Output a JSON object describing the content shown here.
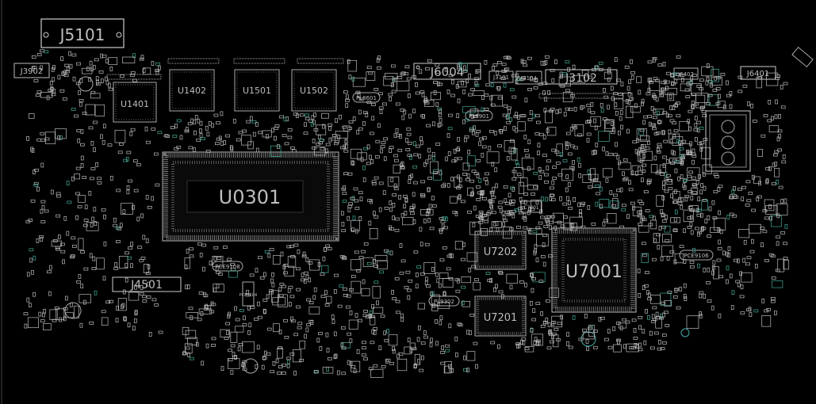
{
  "board": {
    "major_labels": {
      "J5101": "J5101",
      "U0301": "U0301",
      "U7001": "U7001",
      "U7202": "U7202",
      "U7201": "U7201",
      "J6004": "J6004",
      "J3102": "J3102",
      "J4501": "J4501",
      "U1401": "U1401",
      "U1402": "U1402",
      "U1501": "U1501",
      "U1502": "U1502"
    },
    "minor_labels": {
      "J3902": "J3902",
      "J3101": "J3101",
      "J3104": "J3104",
      "J6402": "J6402",
      "J6401": "J6401",
      "PL8601": "PL8601",
      "PL8901": "PL8901",
      "PL9302": "PL9302",
      "PCE9106": "PCE9106",
      "PCE9108": "PCE9108",
      "PCE9104": "PCE9104",
      "C7801": "C7801"
    }
  }
}
